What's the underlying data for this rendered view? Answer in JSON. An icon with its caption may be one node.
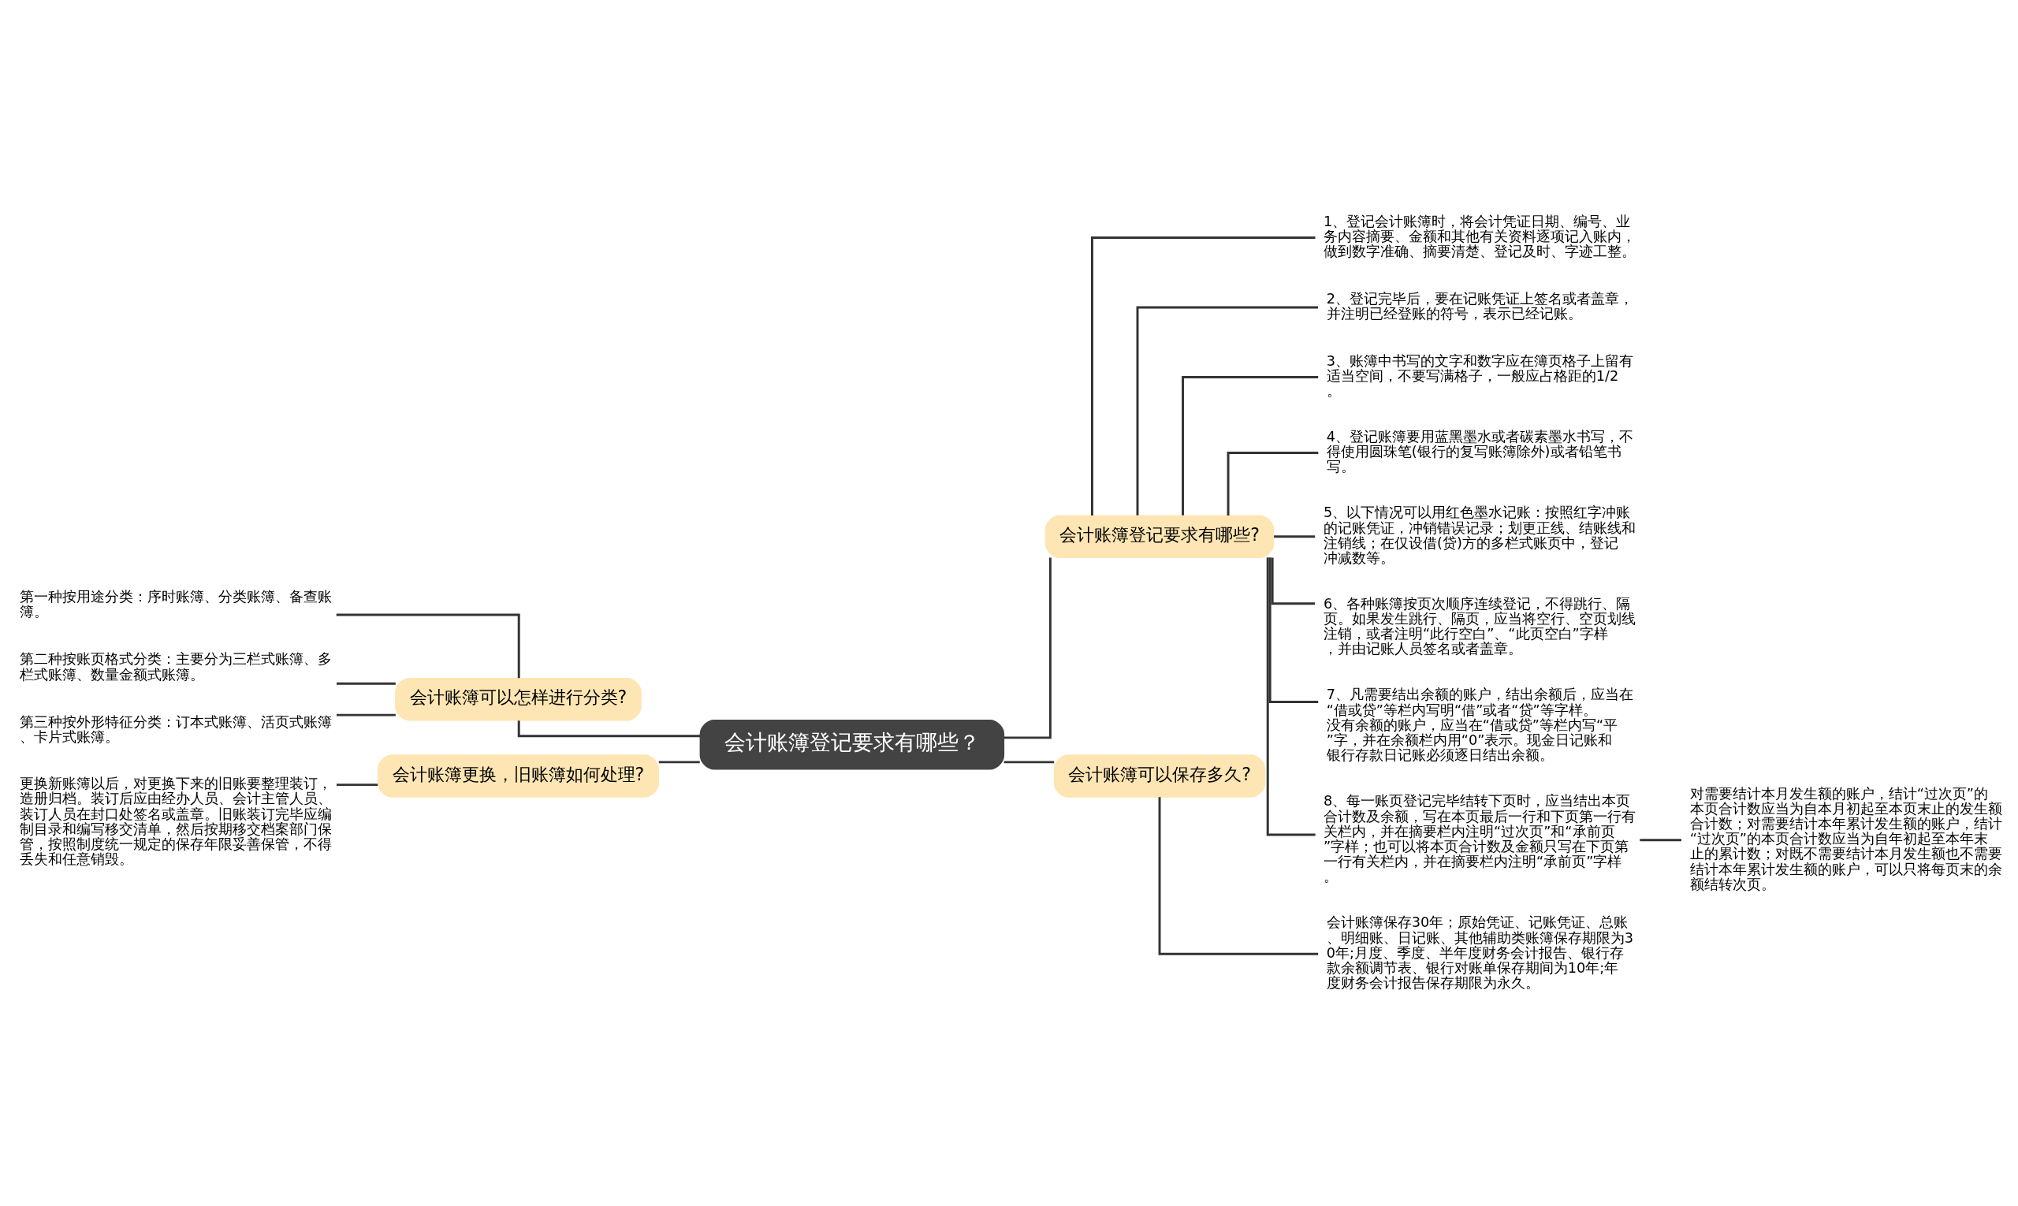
{
  "diagram": {
    "nodes": [
      {
        "text": [
          "会计账簿登记要求有哪些？"
        ]
      },
      {
        "text": [
          "会计账簿登记要求有哪些?"
        ]
      },
      {
        "text": [
          "1、登记会计账簿时，将会计凭证日期、编号、业务内容摘要、金额和其他有关资料逐项记入账内，做到数字准确、摘要清楚、登记及时、字迹工整。"
        ]
      },
      {
        "text": [
          "2、登记完毕后，要在记账凭证上签名或者盖章，并注明已经登账的符号，表示已经记账。"
        ]
      },
      {
        "text": [
          "3、账簿中书写的文字和数字应在簿页格子上留有适当空间，不要写满格子，一般应占格距的1/2。"
        ]
      },
      {
        "text": [
          "4、登记账簿要用蓝黑墨水或者碳素墨水书写，不得使用圆珠笔(银行的复写账簿除外)或者铅笔书写。"
        ]
      },
      {
        "text": [
          "5、以下情况可以用红色墨水记账：按照红字冲账的记账凭证，冲销错误记录；划更正线、结账线和注销线；在仅设借(贷)方的多栏式账页中，登记冲减数等。"
        ]
      },
      {
        "text": [
          "6、各种账簿按页次顺序连续登记，不得跳行、隔页。如果发生跳行、隔页，应当将空行、空页划线注销，或者注明“此行空白”、“此页空白”字样，并由记账人员签名或者盖章。"
        ]
      },
      {
        "text": [
          "7、凡需要结出余额的账户，结出余额后，应当在“借或贷”等栏内写明“借”或者“贷”等字样。没有余额的账户，应当在“借或贷”等栏内写“平”字，并在余额栏内用“0”表示。现金日记账和银行存款日记账必须逐日结出余额。"
        ]
      },
      {
        "text": [
          "8、每一账页登记完毕结转下页时，应当结出本页合计数及余额，写在本页最后一行和下页第一行有关栏内，并在摘要栏内注明“过次页”和“承前页”字样；也可以将本页合计数及金额只写在下页第一行有关栏内，并在摘要栏内注明“承前页”字样。"
        ]
      },
      {
        "text": [
          "对需要结计本月发生额的账户，结计“过次页”的本页合计数应当为自本月初起至本页末止的发生额合计数；对需要结计本年累计发生额的账户，结计“过次页”的本页合计数应当为自年初起至本年末止的累计数；对既不需要结计本月发生额也不需要结计本年累计发生额的账户，可以只将每页末的余额结转次页。"
        ]
      },
      {
        "text": [
          "会计账簿可以保存多久?"
        ]
      },
      {
        "text": [
          "会计账簿保存30年；原始凭证、记账凭证、总账、明细账、日记账、其他辅助类账簿保存期限为30年;月度、季度、半年度财务会计报告、银行存款余额调节表、银行对账单保存期间为10年;年度财务会计报告保存期限为永久。"
        ]
      },
      {
        "text": [
          "会计账簿可以怎样进行分类?"
        ]
      },
      {
        "text": [
          "第一种按用途分类：序时账簿、分类账簿、备查账簿。"
        ]
      },
      {
        "text": [
          "第二种按账页格式分类：主要分为三栏式账簿、多栏式账簿、数量金额式账簿。"
        ]
      },
      {
        "text": [
          "第三种按外形特征分类：订本式账簿、活页式账簿、卡片式账簿。"
        ]
      },
      {
        "text": [
          "会计账簿更换，旧账簿如何处理?"
        ]
      },
      {
        "text": [
          "更换新账簿以后，对更换下来的旧账要整理装订，造册归档。装订后应由经办人员、会计主管人员、装订人员在封口处签名或盖章。旧账装订完毕应编制目录和编写移交清单，然后按期移交档案部门保管，按照制度统一规定的保存年限妥善保管，不得丢失和任意销毁。"
        ]
      }
    ],
    "edges": [
      {
        "from": 0,
        "to": 1,
        "arrow": "none"
      },
      {
        "from": 1,
        "to": 2,
        "arrow": "none"
      },
      {
        "from": 1,
        "to": 3,
        "arrow": "none"
      },
      {
        "from": 1,
        "to": 4,
        "arrow": "none"
      },
      {
        "from": 1,
        "to": 5,
        "arrow": "none"
      },
      {
        "from": 1,
        "to": 6,
        "arrow": "none"
      },
      {
        "from": 1,
        "to": 7,
        "arrow": "none"
      },
      {
        "from": 1,
        "to": 8,
        "arrow": "none"
      },
      {
        "from": 1,
        "to": 9,
        "arrow": "none"
      },
      {
        "from": 9,
        "to": 10,
        "arrow": "none"
      },
      {
        "from": 0,
        "to": 11,
        "arrow": "none"
      },
      {
        "from": 11,
        "to": 12,
        "arrow": "none"
      },
      {
        "from": 0,
        "to": 13,
        "arrow": "none"
      },
      {
        "from": 13,
        "to": 14,
        "arrow": "none"
      },
      {
        "from": 13,
        "to": 15,
        "arrow": "none"
      },
      {
        "from": 13,
        "to": 16,
        "arrow": "none"
      },
      {
        "from": 0,
        "to": 17,
        "arrow": "none"
      },
      {
        "from": 17,
        "to": 18,
        "arrow": "none"
      }
    ]
  }
}
